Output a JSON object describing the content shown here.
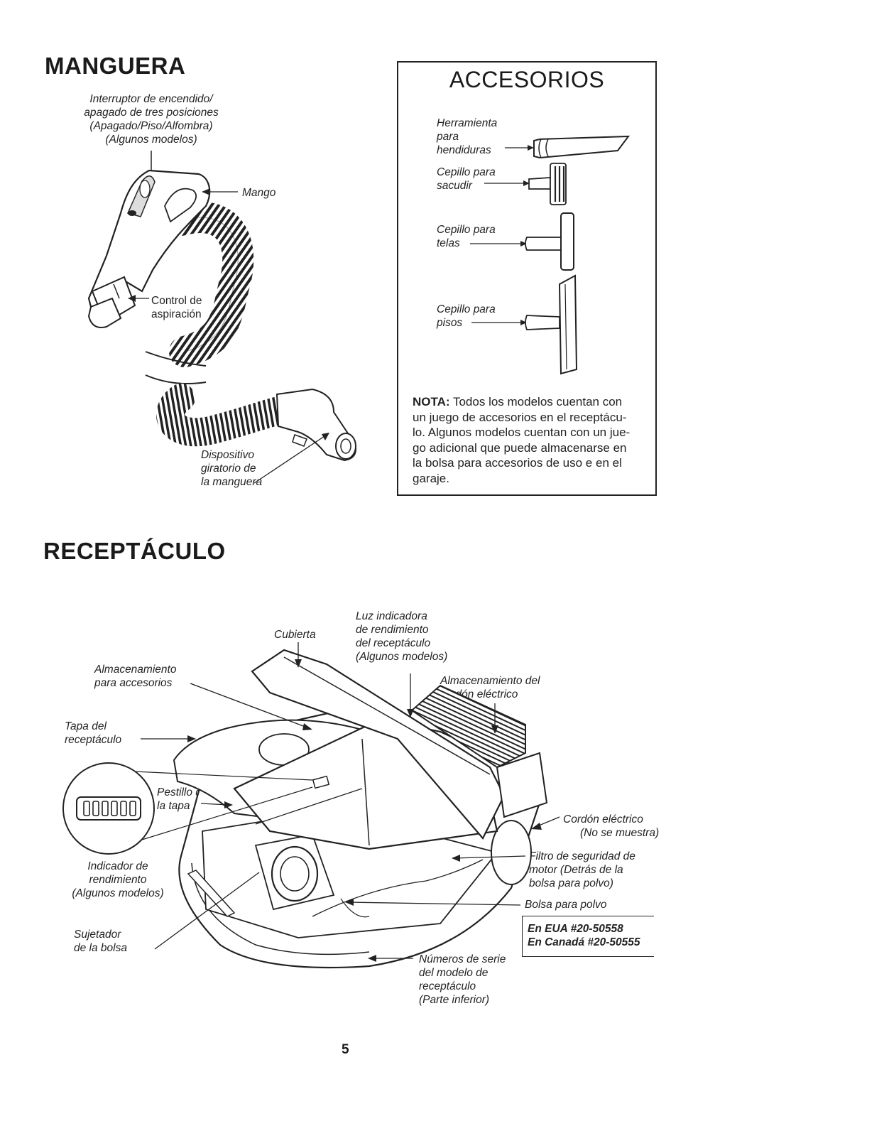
{
  "manguera": {
    "title": "MANGUERA",
    "switch_label": [
      "Interruptor de encendido/",
      "apagado de tres posiciones",
      "(Apagado/Piso/Alfombra)",
      "(Algunos modelos)"
    ],
    "handle_label": "Mango",
    "suction_label": [
      "Control de",
      "aspiración"
    ],
    "swivel_label": [
      "Dispositivo",
      "giratorio de",
      "la manguera"
    ]
  },
  "accesorios": {
    "title": "ACCESORIOS",
    "crevice_label": [
      "Herramienta",
      "para",
      "hendiduras"
    ],
    "dusting_label": [
      "Cepillo para",
      "sacudir"
    ],
    "fabric_label": [
      "Cepillo para",
      "telas"
    ],
    "floor_label": [
      "Cepillo para",
      "pisos"
    ],
    "note_prefix": "NOTA:",
    "note_lines": [
      " Todos los modelos cuentan con",
      "un juego de accesorios en el receptácu-",
      "lo. Algunos modelos cuentan con un jue-",
      "go adicional que puede almacenarse en",
      "la bolsa para accesorios de uso e en el",
      "garaje."
    ]
  },
  "receptaculo": {
    "title": "RECEPTÁCULO",
    "cover_label": "Cubierta",
    "light_label": [
      "Luz indicadora",
      "de rendimiento",
      "del receptáculo",
      "(Algunos modelos)"
    ],
    "acc_storage_label": [
      "Almacenamiento",
      "para accesorios"
    ],
    "cord_storage_label": [
      "Almacenamiento del",
      "cordón eléctrico"
    ],
    "lid_label": [
      "Tapa del",
      "receptáculo"
    ],
    "latch_label": [
      "Pestillo de",
      "la tapa"
    ],
    "cord_label": [
      "Cordón eléctrico",
      "(No se muestra)"
    ],
    "filter_label": [
      "Filtro de seguridad de",
      "motor (Detrás de la",
      "bolsa para polvo)"
    ],
    "indicator_label": [
      "Indicador de",
      "rendimiento",
      "(Algunos modelos)"
    ],
    "bag_label": "Bolsa para polvo",
    "bag_numbers": [
      "En EUA #20-50558",
      "En Canadá #20-50555"
    ],
    "clip_label": [
      "Sujetador",
      "de la bolsa"
    ],
    "serial_label": [
      "Números de serie",
      "del modelo de",
      "receptáculo",
      "(Parte inferior)"
    ]
  },
  "page_number": "5"
}
